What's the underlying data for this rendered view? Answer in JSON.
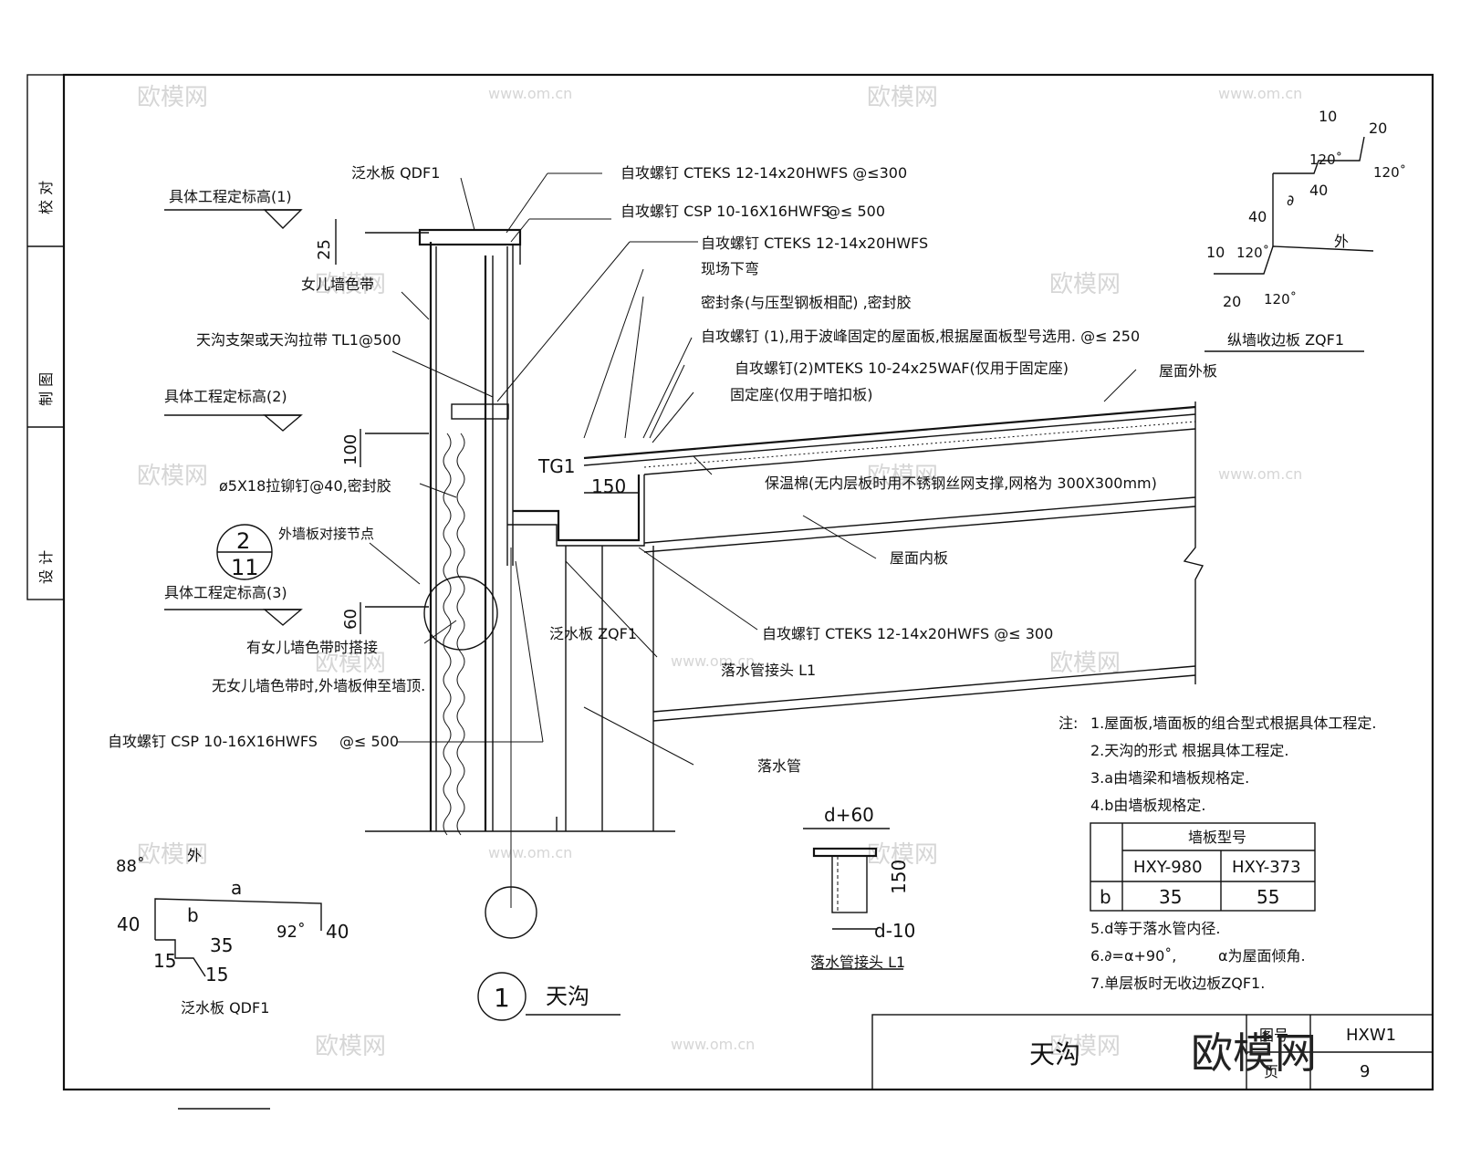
{
  "side_column": [
    "校 对",
    "制 图",
    "设 计"
  ],
  "watermarks": [
    "欧模网",
    "www.om.cn"
  ],
  "top_callouts": {
    "flashing": "泛水板 QDF1",
    "screw1": "自攻螺钉 CTEKS 12-14x20HWFS @≤300",
    "screw2": "自攻螺钉 CSP 10-16X16HWFS",
    "screw2_spacing": "@≤ 500",
    "screw3": "自攻螺钉 CTEKS 12-14x20HWFS",
    "field_bend": "现场下弯",
    "seal_strip": "密封条(与压型钢板相配) ,密封胶",
    "screw_a": "自攻螺钉 (1),用于波峰固定的屋面板,根据屋面板型号选用. @≤ 250",
    "screw_b": "自攻螺钉(2)MTEKS 10-24x25WAF(仅用于固定座)",
    "fixing_seat": "固定座(仅用于暗扣板)",
    "roof_outer": "屋面外板",
    "insulation": "保温棉(无内层板时用不锈钢丝网支撑,网格为 300X300mm)",
    "roof_inner": "屋面内板",
    "screw_bottom": "自攻螺钉 CTEKS 12-14x20HWFS @≤ 300",
    "downpipe_joint": "落水管接头 L1",
    "downpipe": "落水管",
    "flashing_zqf1": "泛水板 ZQF1",
    "tg1": "TG1"
  },
  "left_callouts": {
    "elev1": "具体工程定标高(1)",
    "parapet_band": "女儿墙色带",
    "gutter_support": "天沟支架或天沟拉带 TL1@500",
    "elev2": "具体工程定标高(2)",
    "rivet": "ø5X18拉铆钉@40,密封胶",
    "wall_joint": "外墙板对接节点",
    "elev3": "具体工程定标高(3)",
    "overlap": "有女儿墙色带时搭接",
    "extend": "无女儿墙色带时,外墙板伸至墙顶.",
    "screw_left": "自攻螺钉 CSP 10-16X16HWFS",
    "screw_left_spacing": "@≤ 500",
    "detail_num_top": "2",
    "detail_num_bottom": "11"
  },
  "dimensions": {
    "d25": "25",
    "d100": "100",
    "d150": "150",
    "d60": "60"
  },
  "zqf1_detail": {
    "title": "纵墙收边板 ZQF1",
    "d10a": "10",
    "d20a": "20",
    "a120a": "120˚",
    "a120b": "120˚",
    "d40a": "40",
    "d40b": "40",
    "theta": "∂",
    "outer": "外",
    "d10b": "10",
    "a120c": "120˚",
    "d20b": "20",
    "a120d": "120˚"
  },
  "qdf1_detail": {
    "title": "泛水板 QDF1",
    "a88": "88˚",
    "outer": "外",
    "a": "a",
    "b": "b",
    "d40a": "40",
    "d40b": "40",
    "a92": "92˚",
    "d35": "35",
    "d15a": "15",
    "d15b": "15"
  },
  "l1_detail": {
    "title": "落水管接头 L1",
    "dtop": "d+60",
    "d150": "150",
    "dbottom": "d-10"
  },
  "main_title": {
    "num": "1",
    "text": "天沟"
  },
  "notes": {
    "label": "注:",
    "n1": "1.屋面板,墙面板的组合型式根据具体工程定.",
    "n2": "2.天沟的形式 根据具体工程定.",
    "n3": "3.a由墙梁和墙板规格定.",
    "n4": "4.b由墙板规格定.",
    "n5": "5.d等于落水管内径.",
    "n6": "6.∂=α+90˚,",
    "n6b": "α为屋面倾角.",
    "n7": "7.单层板时无收边板ZQF1."
  },
  "wall_table": {
    "header": "墙板型号",
    "cols": [
      "HXY-980",
      "HXY-373"
    ],
    "row_label": "b",
    "values": [
      "35",
      "55"
    ]
  },
  "title_block": {
    "name": "天沟",
    "fig_label": "图号",
    "fig_no": "HXW1",
    "page_label": "页",
    "page_no": "9"
  },
  "logo": "欧模网"
}
